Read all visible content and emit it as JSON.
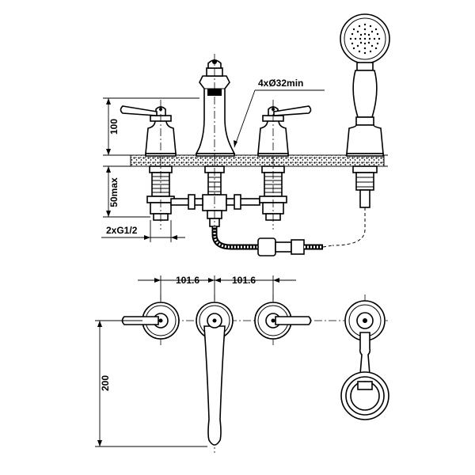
{
  "dimensions": {
    "deck_hole": "4xØ32min",
    "body_height": "100",
    "shank_length": "50max",
    "inlet_thread": "2xG1/2",
    "spacing_left": "101.6",
    "spacing_right": "101.6",
    "spout_reach": "200"
  },
  "views": [
    "front-elevation",
    "top-plan"
  ],
  "colors": {
    "line": "#000000",
    "background": "#ffffff"
  }
}
